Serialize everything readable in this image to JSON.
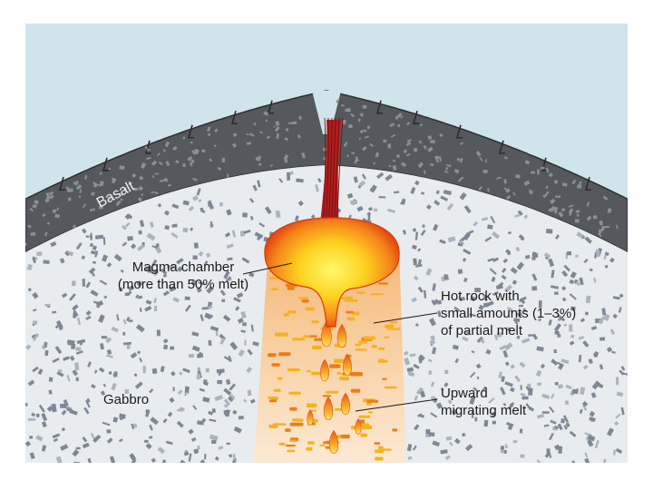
{
  "labels": {
    "basalt": "Basalt",
    "magma_chamber": [
      "Magma chamber",
      "(more than 50% melt)"
    ],
    "hot_rock": [
      "Hot rock with",
      "small amounts (1–3%)",
      "of partial melt"
    ],
    "upward_melt": [
      "Upward",
      "migrating melt"
    ],
    "gabbro": "Gabbro"
  },
  "colors": {
    "sky": "#cfe4eb",
    "basalt": "#55585c",
    "gabbro_bg": "#e9ecef",
    "speckle": "#7d8894",
    "column_top": "#f6c48a",
    "column_bottom": "#fbe6cc",
    "magma_core": "#fff35a",
    "magma_edge": "#e8430e",
    "feeder": "#b01e1e"
  }
}
